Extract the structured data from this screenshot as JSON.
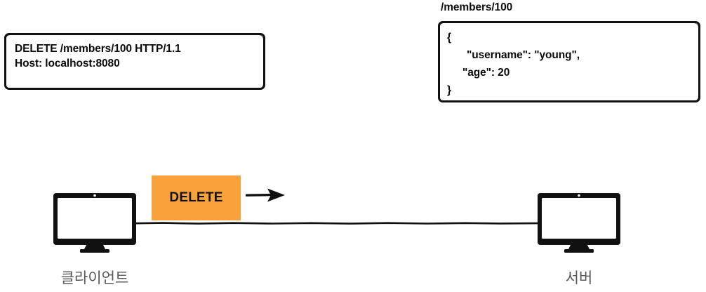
{
  "diagram": {
    "title_semantic": "http-delete-request-response-flow",
    "request_box": {
      "line1": "DELETE /members/100 HTTP/1.1",
      "line2": "Host: localhost:8080"
    },
    "response_caption": "/members/100",
    "response_box": {
      "line1": "{",
      "line2": "\"username\": \"young\",",
      "line3": "\"age\": 20",
      "line4": "}"
    },
    "method_badge": {
      "label": "DELETE",
      "color": "#F9A23C"
    },
    "nodes": {
      "client_label": "클라이언트",
      "server_label": "서버"
    },
    "arrow": {
      "direction": "right",
      "name": "request-direction-arrow"
    },
    "colors": {
      "stroke": "#111111",
      "background": "#ffffff",
      "accent": "#F9A23C",
      "label_text": "#585858",
      "body_text": "#0b0b0b"
    }
  }
}
